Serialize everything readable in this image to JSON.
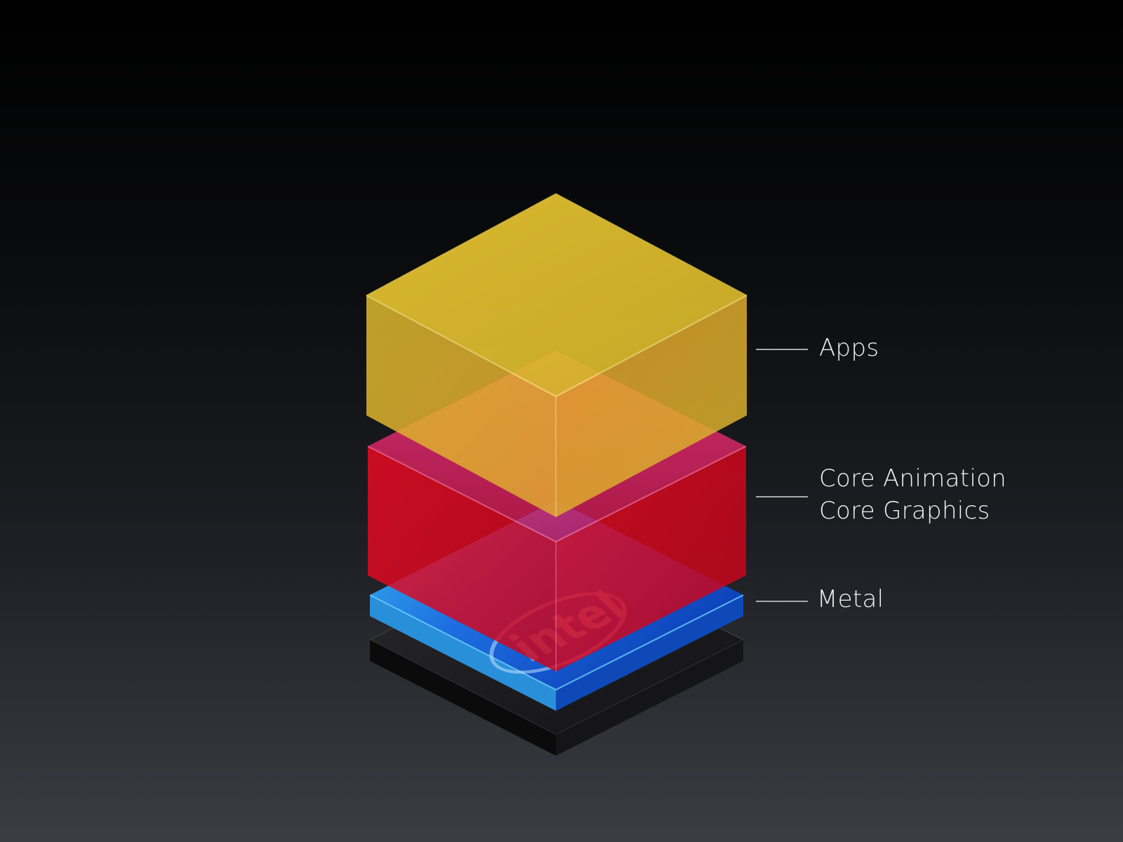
{
  "diagram": {
    "layers": [
      {
        "id": "apps",
        "lines": [
          "Apps"
        ],
        "color": "#e8c22a"
      },
      {
        "id": "core",
        "lines": [
          "Core Animation",
          "Core Graphics"
        ],
        "color": "#e5051e"
      },
      {
        "id": "metal",
        "lines": [
          "Metal"
        ],
        "color": "#1768d8"
      }
    ],
    "chip": {
      "logo_text": "intel",
      "base_color": "#1a1a1a",
      "die_color": "#1b5fd4",
      "die_edge_color": "#39b7ee"
    }
  }
}
